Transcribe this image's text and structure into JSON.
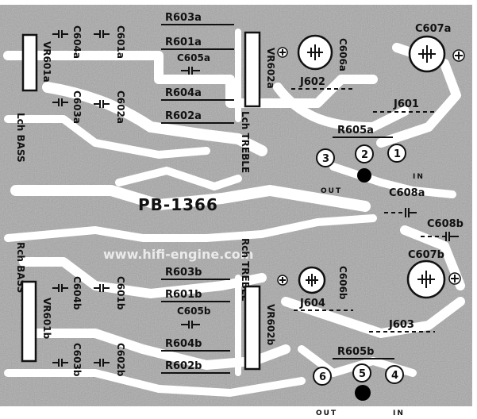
{
  "board": {
    "name": "PB-1366",
    "watermark": "www.hifi-engine.com",
    "colors": {
      "copper": "#8e8e8e",
      "copper_light": "#b4b4b4",
      "trace": "#ffffff",
      "ink": "#111111"
    }
  },
  "top_section": {
    "vr_bass": "VR601a",
    "bass_label": "Lch BASS",
    "vr_treble": "VR602a",
    "treble_label": "Lch TREBLE",
    "c604": "C604a",
    "c603": "C603a",
    "c601": "C601a",
    "c602": "C602a",
    "r603": "R603a",
    "r601": "R601a",
    "c605": "C605a",
    "r604": "R604a",
    "r602": "R602a",
    "c606": "C606a",
    "c607": "C607a",
    "j602": "J602",
    "j601": "J601",
    "r605": "R605a",
    "pin_3": "3",
    "pin_2": "2",
    "pin_1": "1",
    "out_label": "OUT",
    "in_label": "IN",
    "c608": "C608a"
  },
  "bottom_section": {
    "vr_bass": "VR601b",
    "bass_label": "Rch BASS",
    "vr_treble": "VR602b",
    "treble_label": "Rch TREBLE",
    "c604": "C604b",
    "c603": "C603b",
    "c601": "C601b",
    "c602": "C602b",
    "r603": "R603b",
    "r601": "R601b",
    "c605": "C605b",
    "r604": "R604b",
    "r602": "R602b",
    "c606": "C606b",
    "c607": "C607b",
    "j604": "J604",
    "j603": "J603",
    "r605": "R605b",
    "pin_6": "6",
    "pin_5": "5",
    "pin_4": "4",
    "out_label": "OUT",
    "in_label": "IN",
    "c608": "C608b"
  },
  "icons": [
    "electrolytic-capacitor-icon",
    "capacitor-symbol-icon",
    "plus-sign-icon",
    "ground-dot-icon"
  ]
}
